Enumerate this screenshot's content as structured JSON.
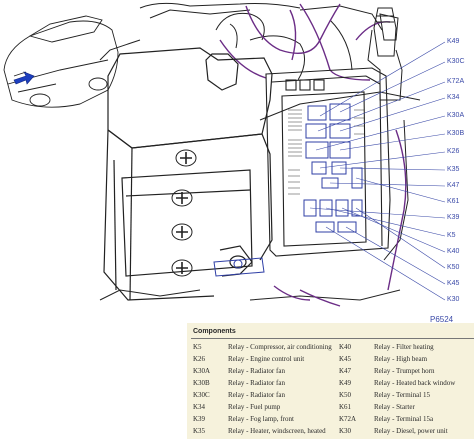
{
  "callouts": [
    "K49",
    "K30C",
    "K72A",
    "K34",
    "K30A",
    "K30B",
    "K26",
    "K35",
    "K47",
    "K61",
    "K39",
    "K5",
    "K40",
    "K50",
    "K45",
    "K30"
  ],
  "figure_ref": "P6524",
  "colors": {
    "callout_blue": "#3b4aa8",
    "hose_purple": "#6b2d86",
    "legend_background": "#f6f2dc",
    "arrow_blue": "#1d3fbf"
  },
  "legend": {
    "title": "Components",
    "left": [
      {
        "code": "K5",
        "desc": "Relay - Compressor, air conditioning"
      },
      {
        "code": "K26",
        "desc": "Relay - Engine control unit"
      },
      {
        "code": "K30A",
        "desc": "Relay - Radiator fan"
      },
      {
        "code": "K30B",
        "desc": "Relay - Radiator fan"
      },
      {
        "code": "K30C",
        "desc": "Relay - Radiator fan"
      },
      {
        "code": "K34",
        "desc": "Relay - Fuel pump"
      },
      {
        "code": "K39",
        "desc": "Relay - Fog lamp, front"
      },
      {
        "code": "K35",
        "desc": "Relay - Heater, windscreen, heated"
      }
    ],
    "right": [
      {
        "code": "K40",
        "desc": "Relay - Filter heating"
      },
      {
        "code": "K45",
        "desc": "Relay - High beam"
      },
      {
        "code": "K47",
        "desc": "Relay - Trumpet horn"
      },
      {
        "code": "K49",
        "desc": "Relay - Heated back window"
      },
      {
        "code": "K50",
        "desc": "Relay - Terminal 15"
      },
      {
        "code": "K61",
        "desc": "Relay - Starter"
      },
      {
        "code": "K72A",
        "desc": "Relay - Terminal 15a"
      },
      {
        "code": "K30",
        "desc": "Relay - Diesel, power unit"
      }
    ]
  }
}
